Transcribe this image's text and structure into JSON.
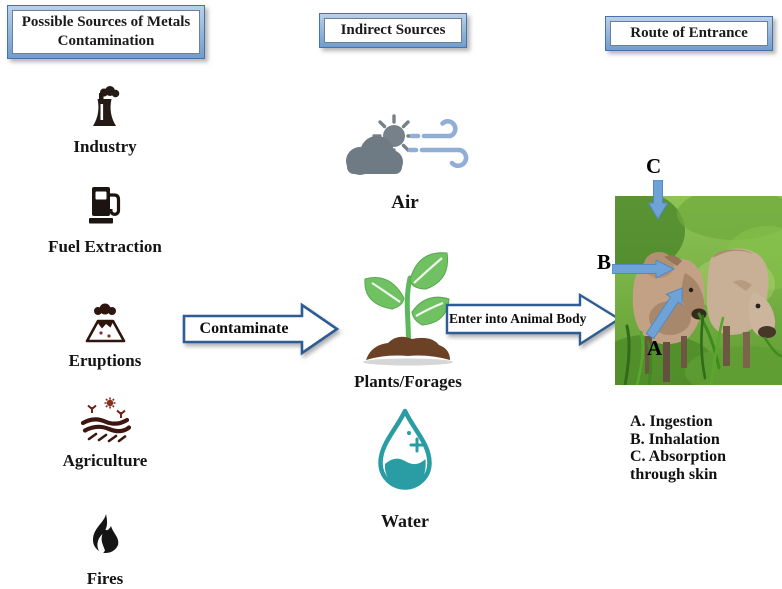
{
  "headers": {
    "sources": "Possible Sources of Metals Contamination",
    "indirect": "Indirect Sources",
    "route": "Route of Entrance"
  },
  "sources": {
    "items": [
      {
        "label": "Industry",
        "icon": "factory-icon"
      },
      {
        "label": "Fuel Extraction",
        "icon": "fuel-pump-icon"
      },
      {
        "label": "Eruptions",
        "icon": "volcano-icon"
      },
      {
        "label": "Agriculture",
        "icon": "agriculture-field-icon"
      },
      {
        "label": "Fires",
        "icon": "flame-icon"
      }
    ]
  },
  "indirect": {
    "items": [
      {
        "label": "Air",
        "icon": "cloud-sun-wind-icon"
      },
      {
        "label": "Plants/Forages",
        "icon": "seedling-icon"
      },
      {
        "label": "Water",
        "icon": "water-drop-icon"
      }
    ]
  },
  "arrows": {
    "contaminate_label": "Contaminate",
    "enter_label": "Enter into Animal Body"
  },
  "route": {
    "marker_a": "A",
    "marker_b": "B",
    "marker_c": "C",
    "legend_lines": [
      "A. Ingestion",
      "B. Inhalation",
      "C. Absorption",
      "through skin"
    ]
  },
  "colors": {
    "header_border": "#4973a8",
    "header_band": "#7fa9d6",
    "block_arrow_outline": "#2e5d94",
    "route_arrow_fill": "#6fa3d8",
    "icon_dark": "#241a16",
    "agriculture_dark_red": "#3f160f",
    "air_gray": "#76818a",
    "wind_blue": "#91aed6",
    "leaf_green": "#6fc162",
    "soil_brown": "#6b4226",
    "water_teal": "#2a9da4"
  }
}
